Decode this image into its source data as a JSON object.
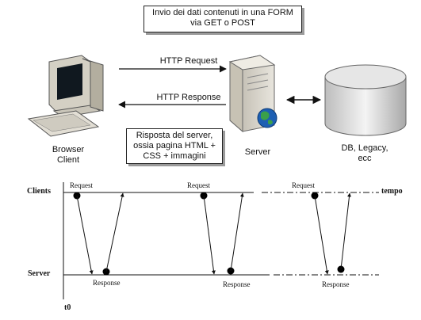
{
  "top": {
    "form_box_line1": "Invio dei dati contenuti in una FORM",
    "form_box_line2": "via GET o POST",
    "http_request": "HTTP Request",
    "http_response": "HTTP Response",
    "response_box_line1": "Risposta del server,",
    "response_box_line2": "ossia pagina HTML +",
    "response_box_line3": "CSS + immagini",
    "client_label_line1": "Browser",
    "client_label_line2": "Client",
    "server_label": "Server",
    "db_label_line1": "DB, Legacy,",
    "db_label_line2": "ecc",
    "icons": [
      "computer-icon",
      "server-tower-icon",
      "globe-icon",
      "database-cylinder-icon"
    ]
  },
  "timeline": {
    "clients_label": "Clients",
    "server_label": "Server",
    "tempo_label": "tempo",
    "t0_label": "t0",
    "request_labels": [
      "Request",
      "Request",
      "Request"
    ],
    "response_labels": [
      "Response",
      "Response",
      "Response"
    ]
  }
}
